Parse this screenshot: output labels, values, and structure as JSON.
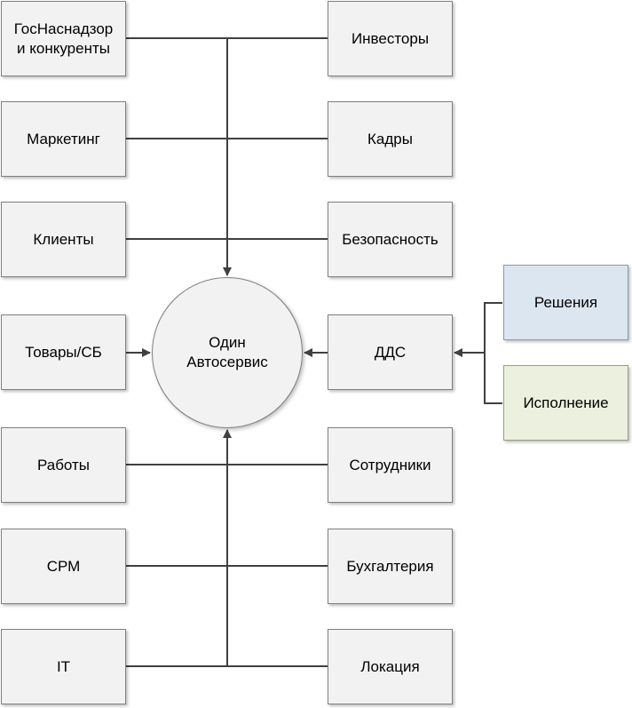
{
  "hub": {
    "label": "Один\nАвтосервис"
  },
  "left": [
    "ГосНаснадзор\nи конкуренты",
    "Маркетинг",
    "Клиенты",
    "Товары/СБ",
    "Работы",
    "СРМ",
    "IT"
  ],
  "right": [
    "Инвесторы",
    "Кадры",
    "Безопасность",
    "ДДС",
    "Сотрудники",
    "Бухгалтерия",
    "Локация"
  ],
  "outer": [
    {
      "label": "Решения",
      "color": "#dce6f1"
    },
    {
      "label": "Исполнение",
      "color": "#ebf1de"
    }
  ],
  "colors": {
    "line": "#404040",
    "box_fill": "#f2f2f2",
    "box_border": "#7f7f7f"
  }
}
